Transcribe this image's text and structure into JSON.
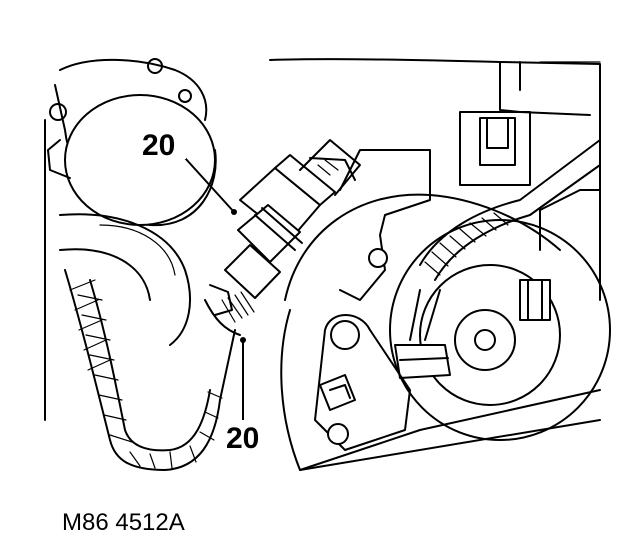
{
  "callouts": [
    {
      "id": "callout-top",
      "text": "20"
    },
    {
      "id": "callout-bottom",
      "text": "20"
    }
  ],
  "figure_id": "M86 4512A",
  "colors": {
    "ink": "#000000",
    "paper": "#ffffff"
  }
}
